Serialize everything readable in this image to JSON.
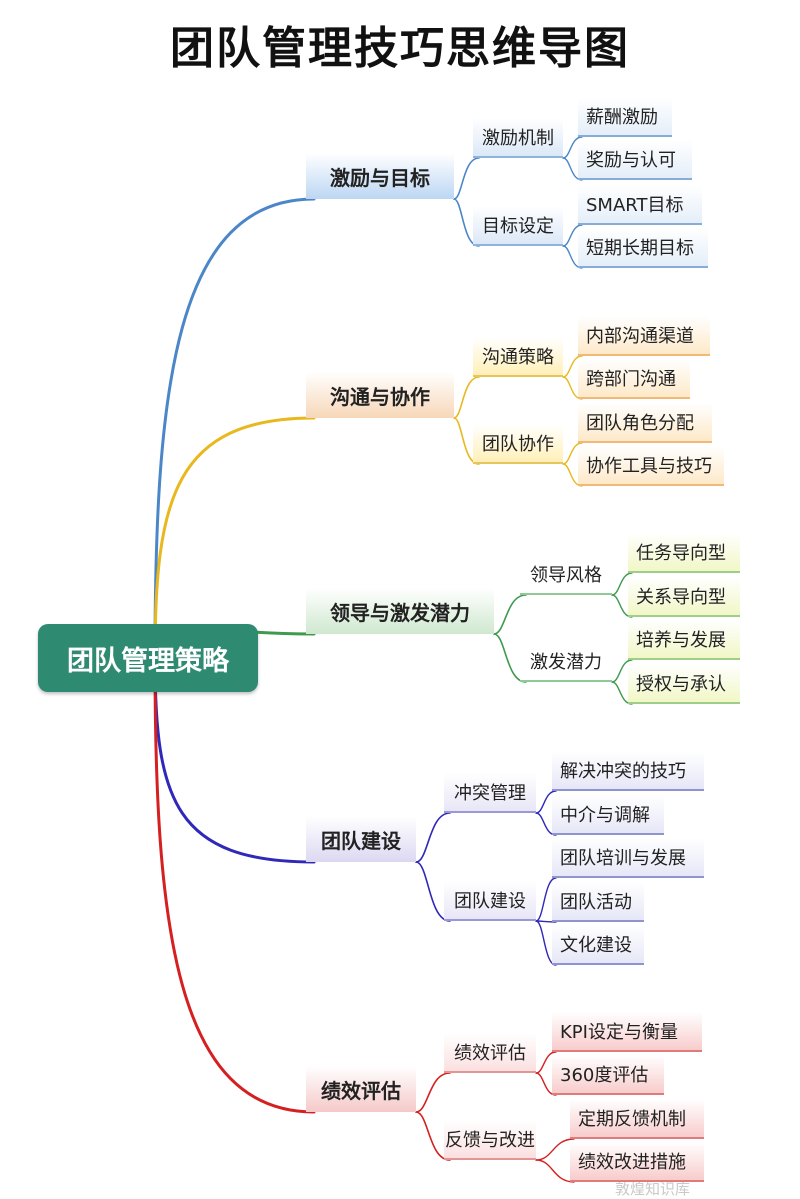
{
  "title": "团队管理技巧思维导图",
  "root": "团队管理策略",
  "watermark": "敦煌知识库",
  "colors": [
    "#4a86c8",
    "#e8b81e",
    "#3f9a4e",
    "#2f28b8",
    "#d42020"
  ],
  "root_color": "#2f8a72",
  "branches": [
    {
      "label": "激励与目标",
      "subs": [
        {
          "label": "激励机制",
          "leaves": [
            "薪酬激励",
            "奖励与认可"
          ]
        },
        {
          "label": "目标设定",
          "leaves": [
            "SMART目标",
            "短期长期目标"
          ]
        }
      ]
    },
    {
      "label": "沟通与协作",
      "subs": [
        {
          "label": "沟通策略",
          "leaves": [
            "内部沟通渠道",
            "跨部门沟通"
          ]
        },
        {
          "label": "团队协作",
          "leaves": [
            "团队角色分配",
            "协作工具与技巧"
          ]
        }
      ]
    },
    {
      "label": "领导与激发潜力",
      "subs": [
        {
          "label": "领导风格",
          "leaves": [
            "任务导向型",
            "关系导向型"
          ]
        },
        {
          "label": "激发潜力",
          "leaves": [
            "培养与发展",
            "授权与承认"
          ]
        }
      ]
    },
    {
      "label": "团队建设",
      "subs": [
        {
          "label": "冲突管理",
          "leaves": [
            "解决冲突的技巧",
            "中介与调解"
          ]
        },
        {
          "label": "团队建设",
          "leaves": [
            "团队培训与发展",
            "团队活动",
            "文化建设"
          ]
        }
      ]
    },
    {
      "label": "绩效评估",
      "subs": [
        {
          "label": "绩效评估",
          "leaves": [
            "KPI设定与衡量",
            "360度评估"
          ]
        },
        {
          "label": "反馈与改进",
          "leaves": [
            "定期反馈机制",
            "绩效改进措施"
          ]
        }
      ]
    }
  ]
}
